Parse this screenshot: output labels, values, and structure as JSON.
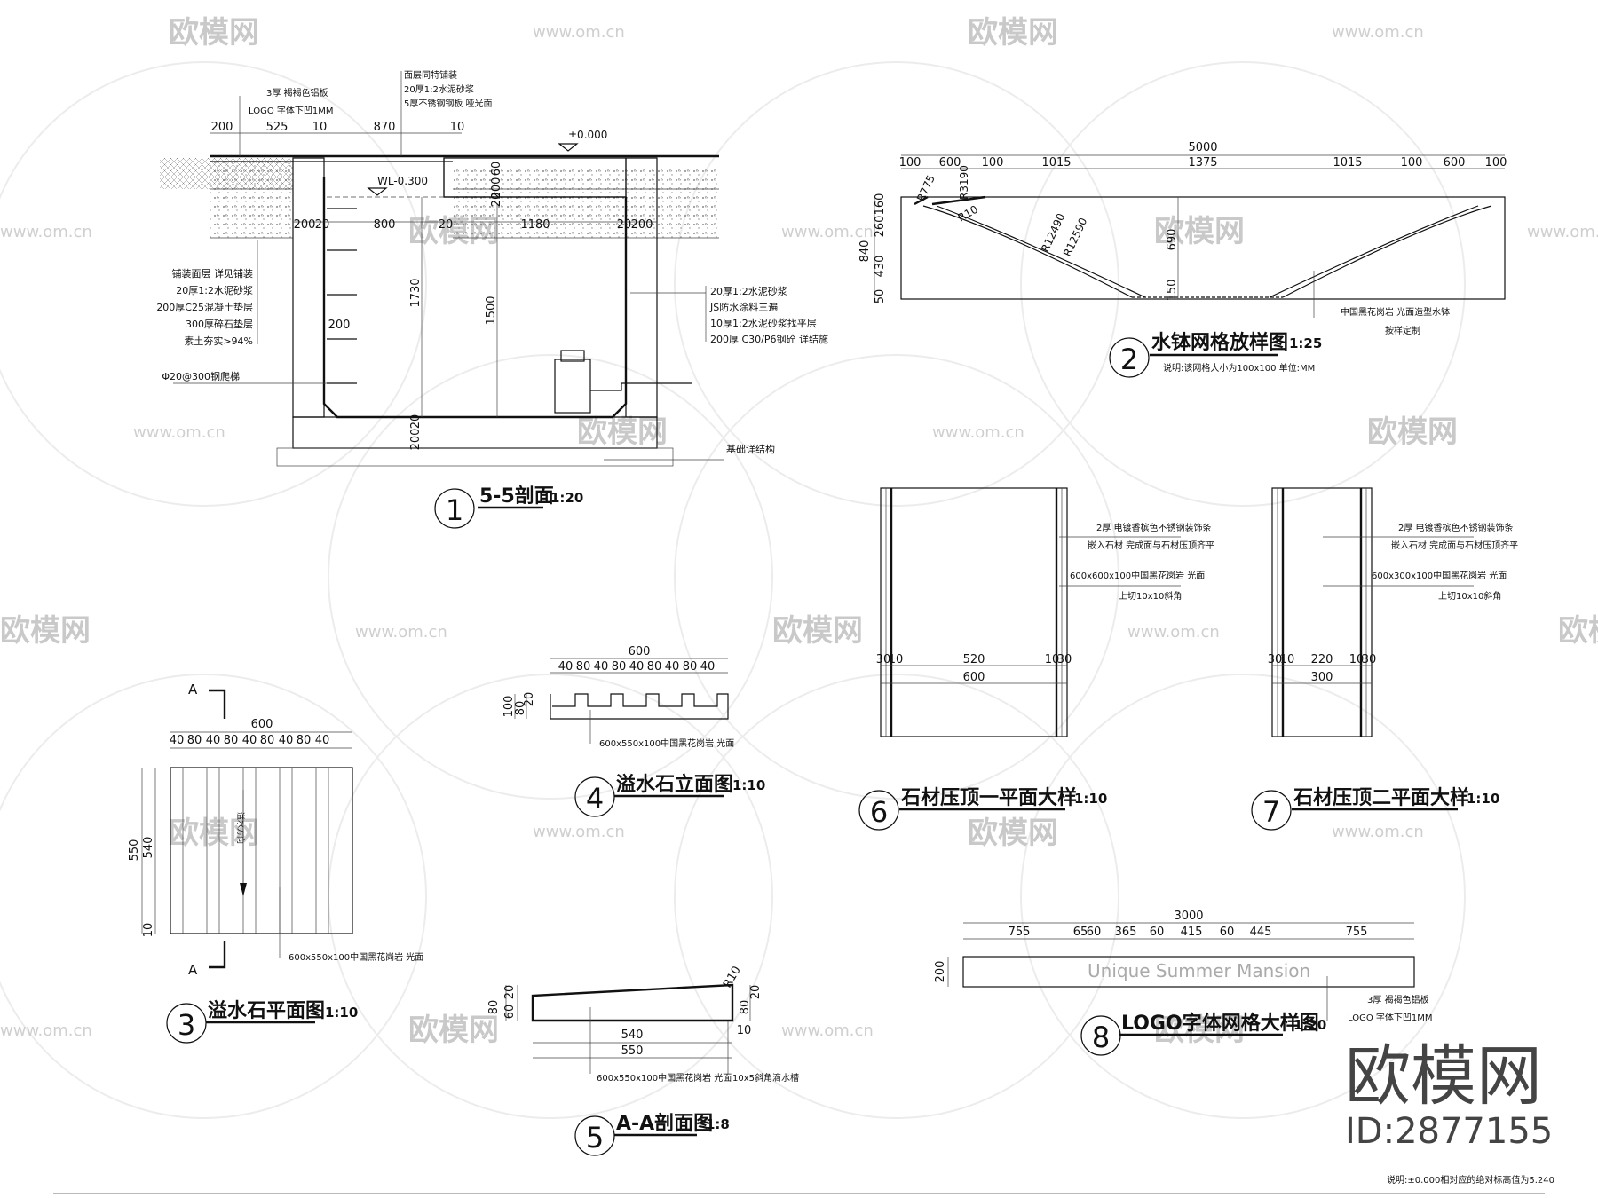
{
  "watermark": {
    "brand": "欧模网",
    "url": "www.om.cn",
    "id": "ID:2877155"
  },
  "footer_note": "说明:±0.000相对应的绝对标高值为5.240",
  "drawings": {
    "d1": {
      "num": "1",
      "title": "5-5剖面",
      "scale": "1:20",
      "dims_top": [
        "200",
        "525",
        "10",
        "870",
        "10"
      ],
      "dims_mid": [
        "200",
        "20",
        "800",
        "20",
        "1180",
        "20",
        "200"
      ],
      "dims_v": [
        "60",
        "200",
        "20",
        "1730",
        "1500",
        "200",
        "20"
      ],
      "dim_rung": "200",
      "notes_top": [
        "面层同特铺装",
        "20厚1:2水泥砂浆",
        "5厚不锈钢钢板 哑光面",
        "3厚 褐褐色铝板",
        "LOGO 字体下凹1MM"
      ],
      "elev_zero": "±0.000",
      "elev_wl": "WL-0.300",
      "notes_left": [
        "铺装面层 详见铺装",
        "20厚1:2水泥砂浆",
        "200厚C25混凝土垫层",
        "300厚碎石垫层",
        "素土夯实>94%"
      ],
      "note_ladder": "Φ20@300钢爬梯",
      "notes_right": [
        "20厚1:2水泥砂浆",
        "JS防水涂料三遍",
        "10厚1:2水泥砂浆找平层",
        "200厚 C30/P6钢砼 详结施"
      ],
      "note_base": "基础详结构"
    },
    "d2": {
      "num": "2",
      "title": "水钵网格放样图",
      "scale": "1:25",
      "note": "说明:该网格大小为100x100 单位:MM",
      "dim_total": "5000",
      "dims_top": [
        "100",
        "600",
        "100",
        "1015",
        "1375",
        "1015",
        "100",
        "600",
        "100"
      ],
      "dims_left": [
        "840",
        "160",
        "260",
        "430",
        "50"
      ],
      "dims_inner": [
        "690",
        "150"
      ],
      "radii": [
        "R775",
        "R3190",
        "R10",
        "R12490",
        "R12590"
      ],
      "notes_right": [
        "中国黑花岗岩 光面造型水钵",
        "按样定制"
      ]
    },
    "d3": {
      "num": "3",
      "title": "溢水石平面图",
      "scale": "1:10",
      "dim_total": "600",
      "dims_top": [
        "40",
        "80",
        "40",
        "80",
        "40",
        "80",
        "40",
        "80",
        "40"
      ],
      "dims_v": [
        "550",
        "540",
        "10"
      ],
      "section_mark": "A",
      "flow_label": "溢水方向",
      "note": "600x550x100中国黑花岗岩 光面"
    },
    "d4": {
      "num": "4",
      "title": "溢水石立面图",
      "scale": "1:10",
      "dim_total": "600",
      "dims_top": [
        "40",
        "80",
        "40",
        "80",
        "40",
        "80",
        "40",
        "80",
        "40"
      ],
      "dims_v": [
        "100",
        "80",
        "20"
      ],
      "note": "600x550x100中国黑花岗岩 光面"
    },
    "d5": {
      "num": "5",
      "title": "A-A剖面图",
      "scale": "1:8",
      "dims_v_left": [
        "80",
        "60",
        "20"
      ],
      "dims_v_right": [
        "80",
        "20"
      ],
      "radius": "R10",
      "dims_bottom": [
        "540",
        "550"
      ],
      "dim_gap": "10",
      "note_left": "600x550x100中国黑花岗岩 光面",
      "note_right": "10x5斜角滴水槽"
    },
    "d6": {
      "num": "6",
      "title": "石材压顶一平面大样",
      "scale": "1:10",
      "notes": [
        "2厚 电镀香槟色不锈钢装饰条",
        "嵌入石材 完成面与石材压顶齐平",
        "600x600x100中国黑花岗岩 光面",
        "上切10x10斜角"
      ],
      "dims_inner": [
        "30",
        "10",
        "520",
        "10",
        "30"
      ],
      "dim_total": "600"
    },
    "d7": {
      "num": "7",
      "title": "石材压顶二平面大样",
      "scale": "1:10",
      "notes": [
        "2厚 电镀香槟色不锈钢装饰条",
        "嵌入石材 完成面与石材压顶齐平",
        "600x300x100中国黑花岗岩 光面",
        "上切10x10斜角"
      ],
      "dims_inner": [
        "30",
        "10",
        "220",
        "10",
        "30"
      ],
      "dim_total": "300"
    },
    "d8": {
      "num": "8",
      "title": "LOGO字体网格大样图",
      "scale": "1:20",
      "dim_total": "3000",
      "dims_top": [
        "755",
        "65",
        "60",
        "365",
        "60",
        "415",
        "60",
        "445",
        "755"
      ],
      "dim_v": "200",
      "logo_text": "Unique Summer Mansion",
      "notes": [
        "3厚 褐褐色铝板",
        "LOGO 字体下凹1MM"
      ]
    }
  }
}
